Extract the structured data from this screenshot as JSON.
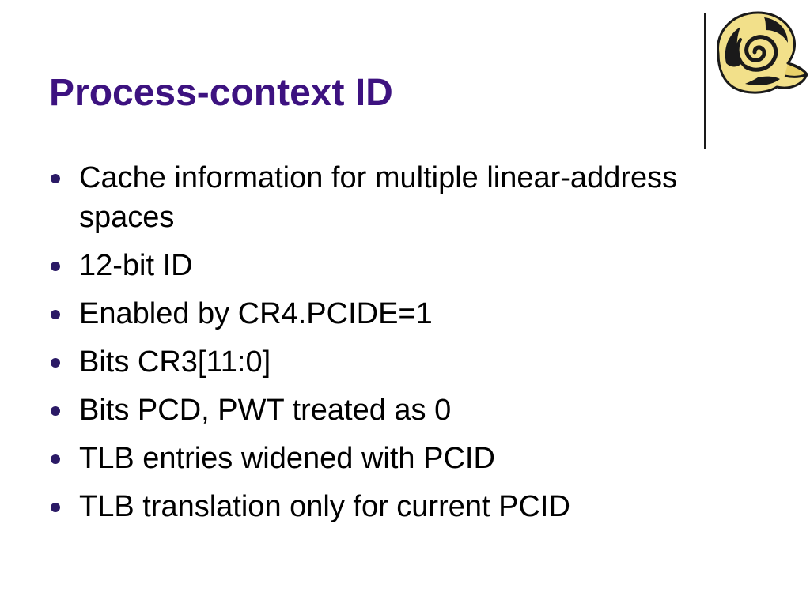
{
  "slide": {
    "title": "Process-context ID",
    "bullets": [
      "Cache information for multiple linear-address spaces",
      "12-bit ID",
      "Enabled by CR4.PCIDE=1",
      "Bits CR3[11:0]",
      "Bits PCD, PWT treated as 0",
      "TLB entries widened with PCID",
      "TLB translation only for current PCID"
    ]
  },
  "colors": {
    "title": "#3d1280",
    "bullet_dot": "#2b1a66",
    "text": "#000000",
    "logo_fill": "#f2e08a",
    "logo_stroke": "#1a1a1a"
  },
  "icons": {
    "logo": "spiral-shell-icon",
    "bullet": "round-bullet-icon"
  }
}
